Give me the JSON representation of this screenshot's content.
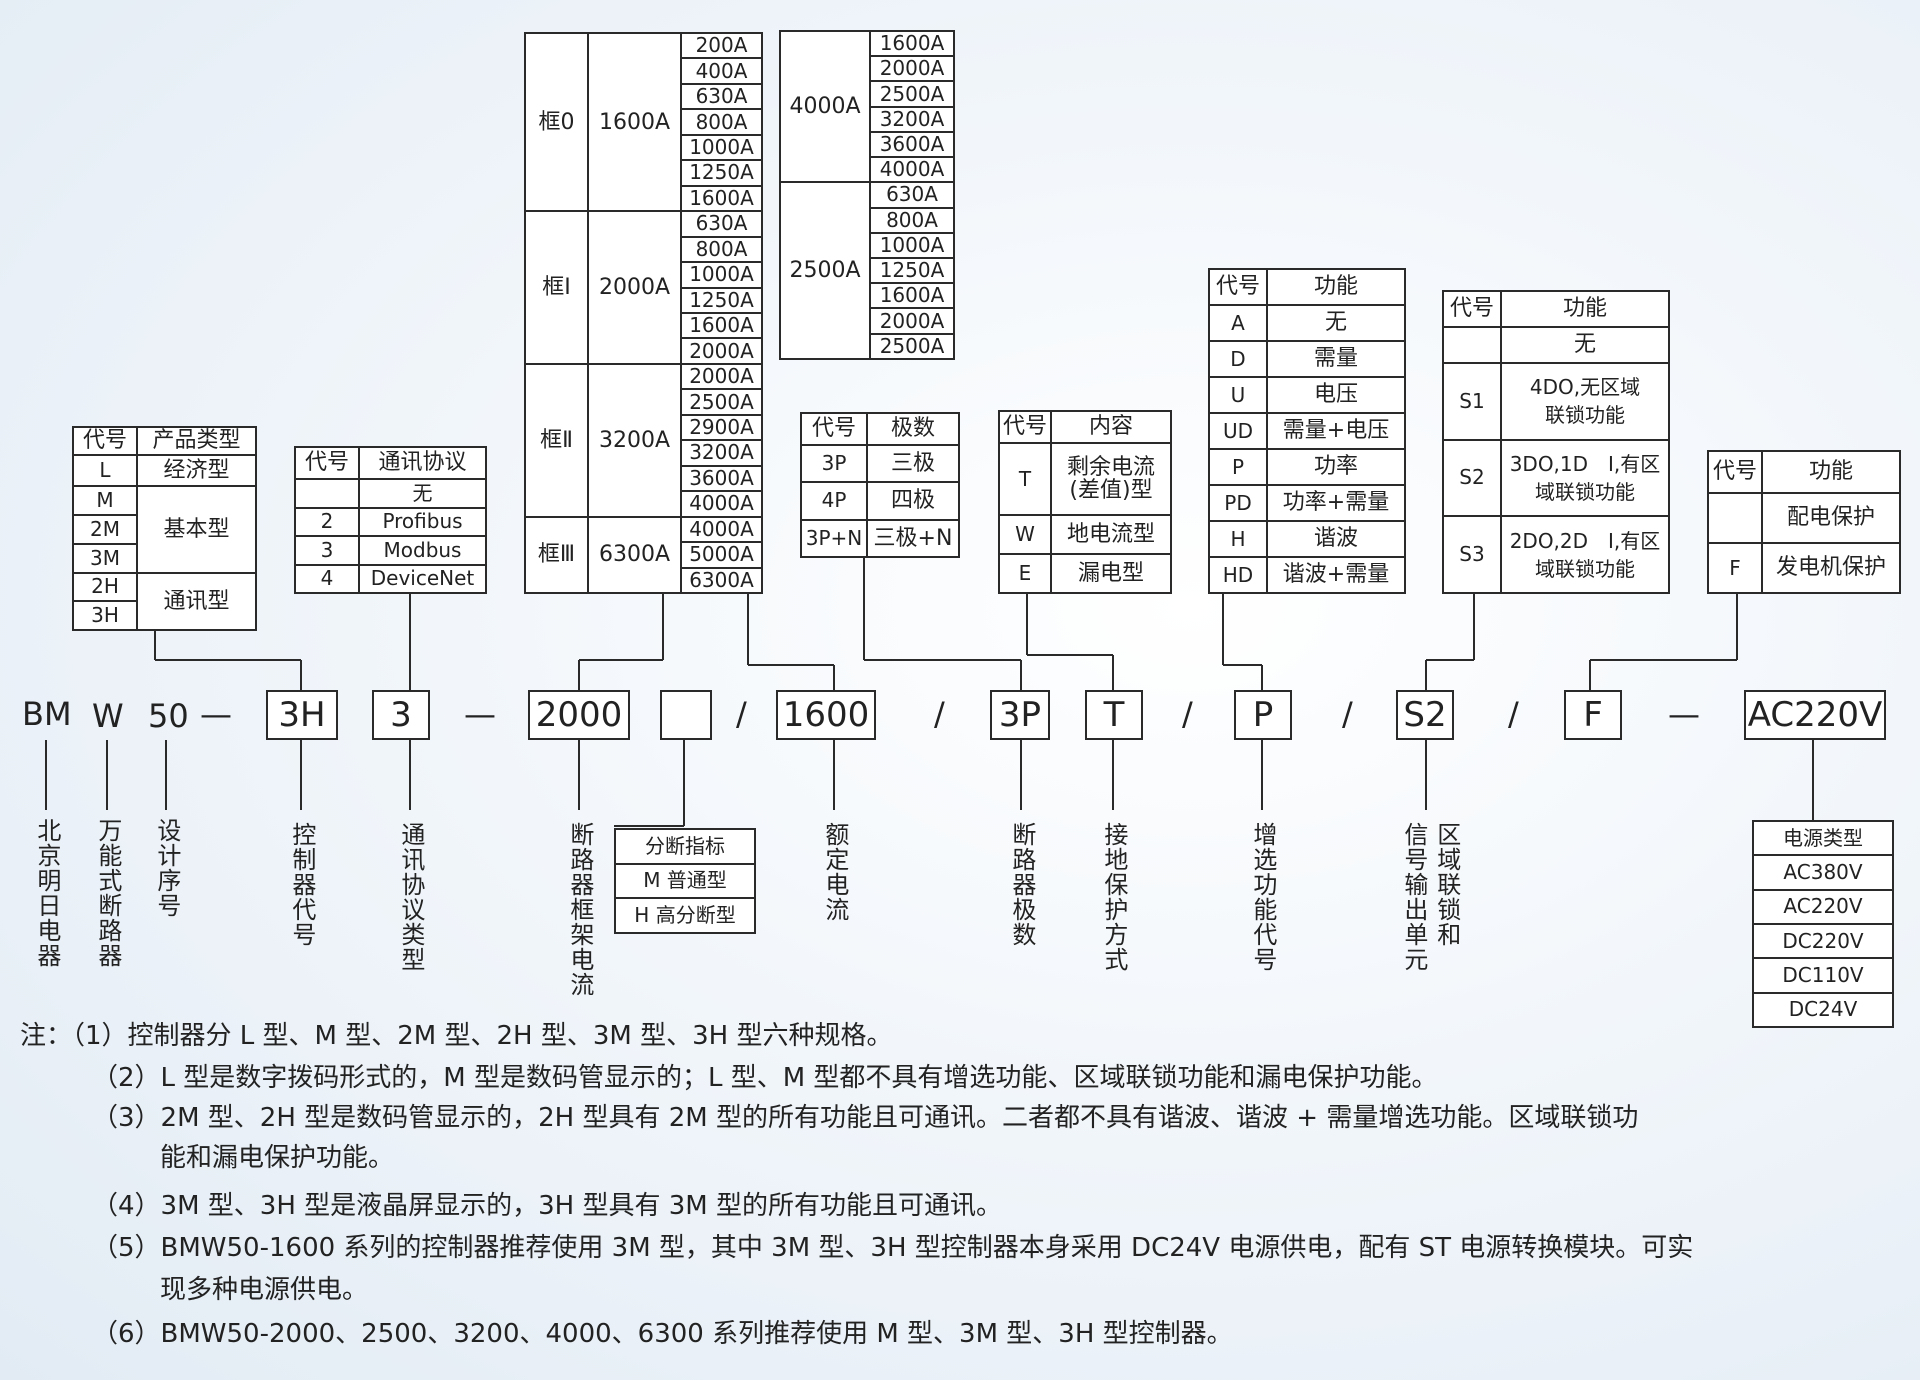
{
  "product_type_table": {
    "h_code": "代号",
    "h_type": "产品类型",
    "rows": [
      [
        "L",
        "经济型"
      ],
      [
        "M",
        "基本型"
      ],
      [
        "2M",
        ""
      ],
      [
        "3M",
        ""
      ],
      [
        "2H",
        "通讯型"
      ],
      [
        "3H",
        ""
      ]
    ]
  },
  "comm_table": {
    "h_code": "代号",
    "h_proto": "通讯协议",
    "rows": [
      [
        "",
        "无"
      ],
      [
        "2",
        "Profibus"
      ],
      [
        "3",
        "Modbus"
      ],
      [
        "4",
        "DeviceNet"
      ]
    ]
  },
  "frame_table": {
    "frames": [
      {
        "name": "框0",
        "current": "1600A",
        "ratings": [
          "200A",
          "400A",
          "630A",
          "800A",
          "1000A",
          "1250A",
          "1600A"
        ]
      },
      {
        "name": "框Ⅰ",
        "current": "2000A",
        "ratings": [
          "630A",
          "800A",
          "1000A",
          "1250A",
          "1600A",
          "2000A"
        ]
      },
      {
        "name": "框Ⅱ",
        "current": "3200A",
        "ratings": [
          "2000A",
          "2500A",
          "2900A",
          "3200A",
          "3600A",
          "4000A"
        ]
      },
      {
        "name": "框Ⅲ",
        "current": "6300A",
        "ratings": [
          "4000A",
          "5000A",
          "6300A"
        ]
      }
    ]
  },
  "frame_table2": {
    "groups": [
      {
        "current": "4000A",
        "ratings": [
          "1600A",
          "2000A",
          "2500A",
          "3200A",
          "3600A",
          "4000A"
        ]
      },
      {
        "current": "2500A",
        "ratings": [
          "630A",
          "800A",
          "1000A",
          "1250A",
          "1600A",
          "2000A",
          "2500A"
        ]
      }
    ]
  },
  "poles_table": {
    "h_code": "代号",
    "h_poles": "极数",
    "rows": [
      [
        "3P",
        "三极"
      ],
      [
        "4P",
        "四极"
      ],
      [
        "3P+N",
        "三极+N"
      ]
    ]
  },
  "ground_table": {
    "h_code": "代号",
    "h_content": "内容",
    "rows": [
      [
        "T",
        "剩余电流\n(差值)型"
      ],
      [
        "W",
        "地电流型"
      ],
      [
        "E",
        "漏电型"
      ]
    ]
  },
  "function_table": {
    "h_code": "代号",
    "h_func": "功能",
    "rows": [
      [
        "A",
        "无"
      ],
      [
        "D",
        "需量"
      ],
      [
        "U",
        "电压"
      ],
      [
        "UD",
        "需量+电压"
      ],
      [
        "P",
        "功率"
      ],
      [
        "PD",
        "功率+需量"
      ],
      [
        "H",
        "谐波"
      ],
      [
        "HD",
        "谐波+需量"
      ]
    ]
  },
  "zone_table": {
    "h_code": "代号",
    "h_func": "功能",
    "rows": [
      [
        "",
        "无"
      ],
      [
        "S1",
        "4DO,无区域\n联锁功能"
      ],
      [
        "S2",
        "3DO,1D　I,有区\n域联锁功能"
      ],
      [
        "S3",
        "2DO,2D　I,有区\n域联锁功能"
      ]
    ]
  },
  "gen_table": {
    "h_code": "代号",
    "h_func": "功能",
    "rows": [
      [
        "",
        "配电保护"
      ],
      [
        "F",
        "发电机保护"
      ]
    ]
  },
  "break_table": {
    "title": "分断指标",
    "rows": [
      "M 普通型",
      "H 高分断型"
    ]
  },
  "power_table": {
    "title": "电源类型",
    "rows": [
      "AC380V",
      "AC220V",
      "DC220V",
      "DC110V",
      "DC24V"
    ]
  },
  "model": {
    "bm": "BM",
    "w": "W",
    "s50": "50",
    "dash1": "—",
    "c3h": "3H",
    "c3": "3",
    "dash2": "—",
    "c2000": "2000",
    "cblank": "",
    "sl1": "/",
    "c1600": "1600",
    "sl2": "/",
    "c3p": "3P",
    "cT": "T",
    "sl3": "/",
    "cP": "P",
    "sl4": "/",
    "cS2": "S2",
    "sl5": "/",
    "cF": "F",
    "dash3": "—",
    "cAC": "AC220V"
  },
  "labels": {
    "beijing": "北京明日电器",
    "wanneng": "万能式断路器",
    "sheji": "设计序号",
    "kongzhi": "控制器代号",
    "tongxun": "通讯协议类型",
    "kuangjia": "断路器框架电流",
    "eding": "额定电流",
    "jishu": "断路器极数",
    "jiedi": "接地保护方式",
    "zengxuan": "增选功能代号",
    "zone_a": "区域联锁和",
    "zone_b": "信号输出单元"
  },
  "notes": [
    "注：（1）控制器分 L 型、M 型、2M 型、2H 型、3M 型、3H 型六种规格。",
    "（2）L 型是数字拨码形式的，M 型是数码管显示的；L 型、M 型都不具有增选功能、区域联锁功能和漏电保护功能。",
    "（3）2M 型、2H 型是数码管显示的，2H 型具有 2M 型的所有功能且可通讯。二者都不具有谐波、谐波 + 需量增选功能。区域联锁功",
    "能和漏电保护功能。",
    "（4）3M 型、3H 型是液晶屏显示的，3H 型具有 3M 型的所有功能且可通讯。",
    "（5）BMW50-1600 系列的控制器推荐使用 3M 型，其中 3M 型、3H 型控制器本身采用 DC24V 电源供电，配有 ST 电源转换模块。可实",
    "现多种电源供电。",
    "（6）BMW50-2000、2500、3200、4000、6300 系列推荐使用 M 型、3M 型、3H 型控制器。"
  ]
}
